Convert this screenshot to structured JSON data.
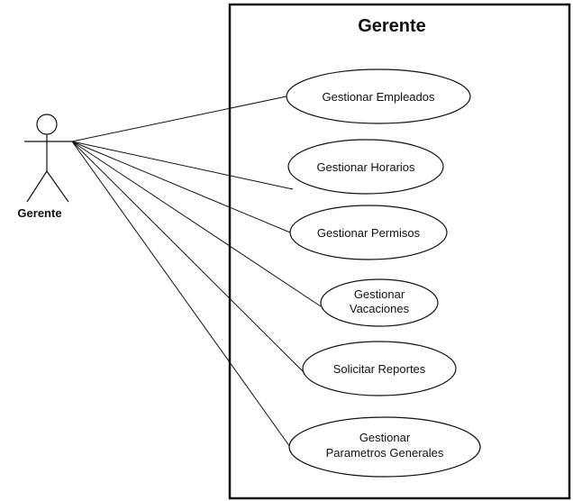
{
  "system": {
    "title": "Gerente"
  },
  "actor": {
    "name": "Gerente"
  },
  "use_cases": [
    {
      "lines": [
        "Gestionar Empleados"
      ]
    },
    {
      "lines": [
        "Gestionar Horarios"
      ]
    },
    {
      "lines": [
        "Gestionar Permisos"
      ]
    },
    {
      "lines": [
        "Gestionar",
        "Vacaciones"
      ]
    },
    {
      "lines": [
        "Solicitar Reportes"
      ]
    },
    {
      "lines": [
        "Gestionar",
        "Parametros Generales"
      ]
    }
  ],
  "colors": {
    "stroke": "#111111",
    "background": "#ffffff"
  }
}
